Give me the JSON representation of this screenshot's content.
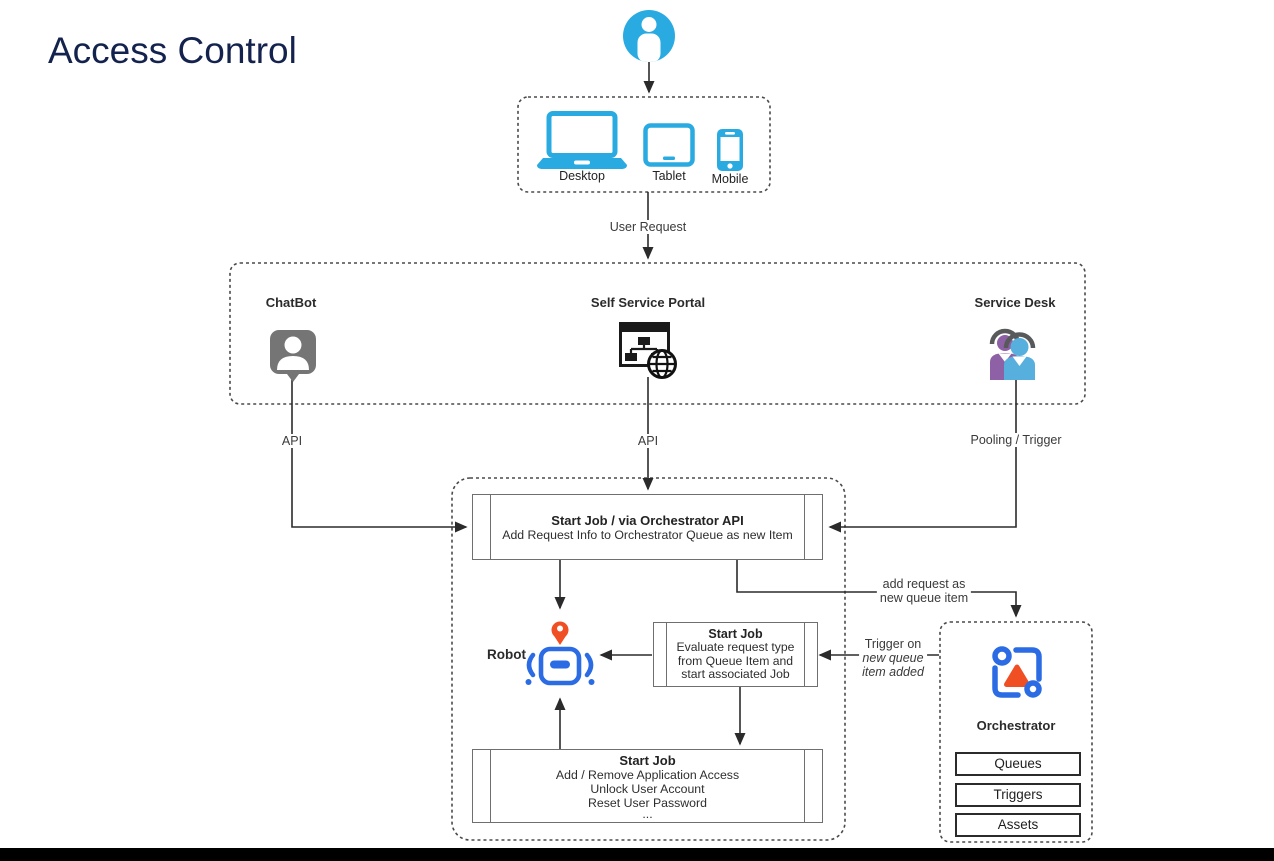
{
  "page": {
    "title": "Access Control"
  },
  "colors": {
    "title_navy": "#14224E",
    "device_blue": "#29ABE2",
    "robot_blue": "#2B6BE4",
    "alert_orange": "#F04E23",
    "chatbot_gray": "#757575",
    "desk_purple": "#8E60A5",
    "desk_blue": "#56AFDC",
    "line_dark": "#2B2B2B"
  },
  "devices": {
    "labels": [
      "Desktop",
      "Tablet",
      "Mobile"
    ]
  },
  "channels": {
    "chatbot": "ChatBot",
    "portal": "Self Service Portal",
    "service_desk": "Service Desk"
  },
  "connector_labels": {
    "user_request": "User Request",
    "chatbot_api": "API",
    "portal_api": "API",
    "service_desk_channel": "Pooling / Trigger",
    "add_request": [
      "add request as",
      "new queue item"
    ],
    "trigger": [
      "Trigger on",
      "new queue",
      "item added"
    ]
  },
  "process_boxes": {
    "start_job_api": {
      "title": "Start Job / via Orchestrator API",
      "subtitle": "Add Request Info to Orchestrator Queue as new Item"
    },
    "start_job_evaluate": {
      "title": "Start Job",
      "lines": [
        "Evaluate request type",
        "from Queue Item and",
        "start associated Job"
      ]
    },
    "start_job_actions": {
      "title": "Start Job",
      "lines": [
        "Add / Remove Application Access",
        "Unlock User Account",
        "Reset User Password",
        "..."
      ]
    }
  },
  "robot": {
    "label": "Robot"
  },
  "orchestrator": {
    "label": "Orchestrator",
    "items": [
      "Queues",
      "Triggers",
      "Assets"
    ]
  }
}
